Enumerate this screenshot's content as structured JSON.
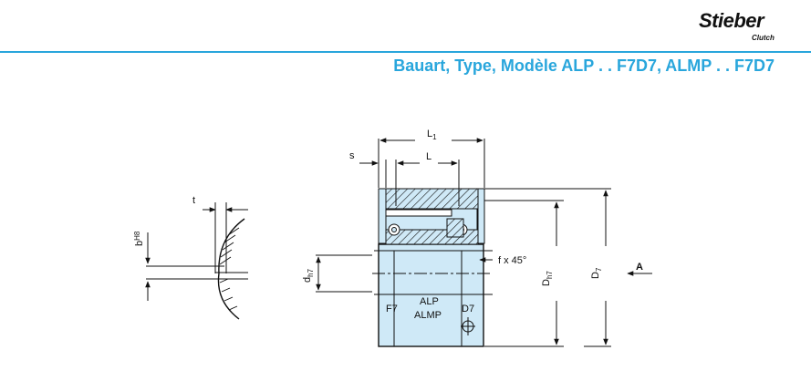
{
  "brand": {
    "name": "Stieber",
    "sub": "Clutch"
  },
  "header": {
    "title": "Bauart, Type, Modèle ALP . . F7D7, ALMP . . F7D7"
  },
  "colors": {
    "accent": "#29a6dc",
    "part_fill": "#cfe9f7",
    "line": "#111111"
  },
  "drawing": {
    "labels": {
      "t": "t",
      "b": "b",
      "b_sub": "H8",
      "s": "s",
      "L1": "L",
      "L1_sub": "1",
      "L": "L",
      "d": "d",
      "d_sub": "h7",
      "chamfer": "f x 45°",
      "Dh": "D",
      "Dh_sub": "h7",
      "D": "D",
      "D_sub": "7",
      "A": "A",
      "F7": "F7",
      "D7": "D7",
      "model1": "ALP",
      "model2": "ALMP"
    }
  }
}
